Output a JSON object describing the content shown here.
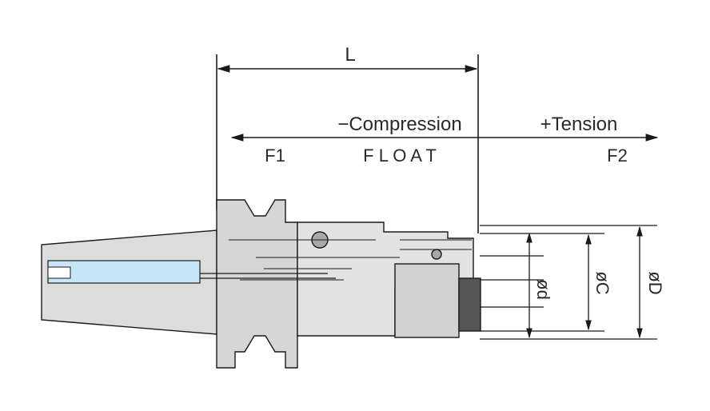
{
  "labels": {
    "L": "L",
    "compression": "−Compression",
    "tension": "+Tension",
    "f1": "F1",
    "float": "F L O A T",
    "f2": "F2",
    "d": "ød",
    "C": "øC",
    "D": "øD"
  },
  "colors": {
    "line": "#1a1a1a",
    "body_fill": "#dcdcdc",
    "body_dark": "#a8a8a8",
    "shank_highlight": "#c8e6f8",
    "knurl": "#555555"
  }
}
